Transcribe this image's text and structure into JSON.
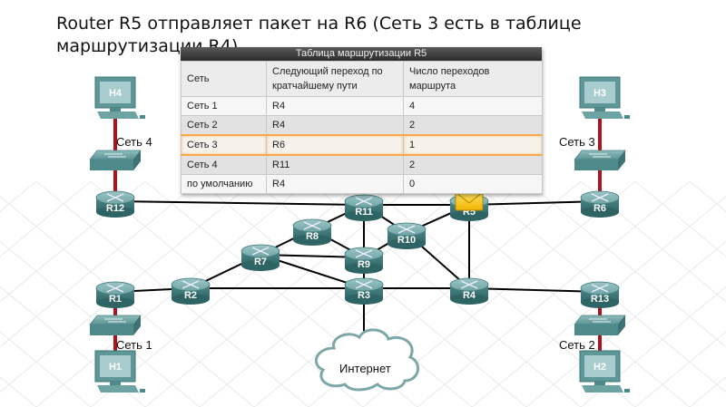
{
  "title": "Router R5 отправляет пакет на R6 (Сеть 3 есть в таблице маршрутизации R4)",
  "routing_table": {
    "caption": "Таблица маршрутизации R5",
    "headers": [
      "Сеть",
      "Следующий переход по кратчайшему пути",
      "Число переходов маршрута"
    ],
    "rows": [
      {
        "network": "Сеть 1",
        "next_hop": "R4",
        "hops": "4",
        "highlighted": false
      },
      {
        "network": "Сеть 2",
        "next_hop": "R4",
        "hops": "2",
        "highlighted": false
      },
      {
        "network": "Сеть 3",
        "next_hop": "R6",
        "hops": "1",
        "highlighted": true
      },
      {
        "network": "Сеть 4",
        "next_hop": "R11",
        "hops": "2",
        "highlighted": false
      },
      {
        "network": "по умолчанию",
        "next_hop": "R4",
        "hops": "0",
        "highlighted": false
      }
    ],
    "highlight_color": "#f3a94c"
  },
  "diagram": {
    "routers": [
      "R1",
      "R2",
      "R3",
      "R4",
      "R5",
      "R6",
      "R7",
      "R8",
      "R9",
      "R10",
      "R11",
      "R12",
      "R13"
    ],
    "hosts": [
      "H1",
      "H2",
      "H3",
      "H4"
    ],
    "networks": {
      "net1": "Сеть 1",
      "net2": "Сеть 2",
      "net3": "Сеть 3",
      "net4": "Сеть 4"
    },
    "cloud_label": "Интернет",
    "links": [
      [
        "R12",
        "R11"
      ],
      [
        "R11",
        "R5"
      ],
      [
        "R5",
        "R6"
      ],
      [
        "R11",
        "R8"
      ],
      [
        "R11",
        "R9"
      ],
      [
        "R11",
        "R10"
      ],
      [
        "R8",
        "R7"
      ],
      [
        "R8",
        "R9"
      ],
      [
        "R10",
        "R9"
      ],
      [
        "R10",
        "R5"
      ],
      [
        "R10",
        "R4"
      ],
      [
        "R7",
        "R2"
      ],
      [
        "R7",
        "R9"
      ],
      [
        "R7",
        "R3"
      ],
      [
        "R1",
        "R2"
      ],
      [
        "R2",
        "R3"
      ],
      [
        "R3",
        "R4"
      ],
      [
        "R4",
        "R13"
      ],
      [
        "R9",
        "R3"
      ],
      [
        "R5",
        "R4"
      ],
      [
        "R3",
        "Интернет"
      ]
    ],
    "packet_at": "R5",
    "colors": {
      "device": "#4f8a8b",
      "lan_link": "#b0121b",
      "wan_link": "#000000",
      "packet": "#f5c400"
    }
  }
}
